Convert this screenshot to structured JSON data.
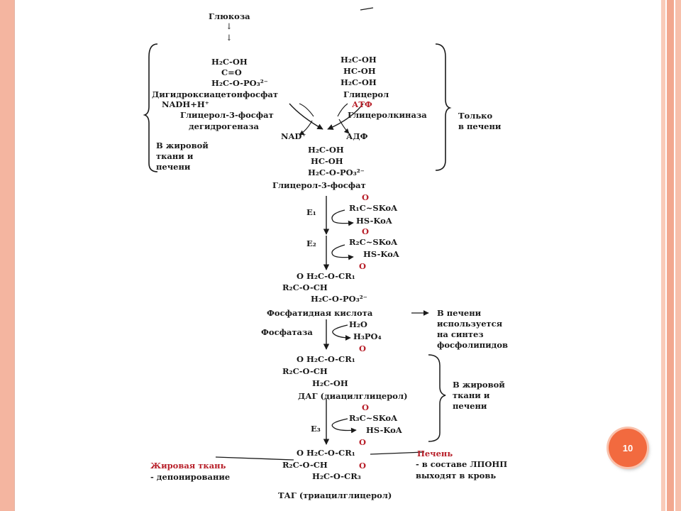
{
  "slide": {
    "page_number": "10",
    "frame_color": "#f4b5a0",
    "stripe_colors": [
      "#f9cbb9",
      "#f2a88f",
      "#f7c0ab"
    ],
    "badge_color": "#f26a3f"
  },
  "diagram": {
    "glucose": "Глюкоза",
    "down_arrows": [
      "↓",
      "↓"
    ],
    "dhap_formula": [
      "H₂C-OH",
      "C=O",
      "H₂C-O-PO₃²⁻"
    ],
    "dhap_name": "Дигидроксиацетонфосфат",
    "glycerol_formula": [
      "H₂C-OH",
      "HC-OH",
      "H₂C-OH"
    ],
    "glycerol_name": "Глицерол",
    "nadh": "NADH+H⁺",
    "atp": "АТФ",
    "enzyme_g3pdh": [
      "Глицерол-3-фосфат",
      "дегидрогеназа"
    ],
    "enzyme_glycerol_kinase": "Глицеролкиназа",
    "nad": "NAD⁺",
    "adp": "АДФ",
    "only_liver": [
      "Только",
      "в печени"
    ],
    "adipose_liver_top": [
      "В жировой",
      "ткани и",
      "печени"
    ],
    "g3p_formula": [
      "H₂C-OH",
      "HC-OH",
      "H₂C-O-PO₃²⁻"
    ],
    "g3p_name": "Глицерол-3-фосфат",
    "e1": "E₁",
    "e2": "E₂",
    "e3": "E₃",
    "acyl1_o": "O",
    "acyl1": "R₁C~SKoA",
    "hs_koa_1": "HS-KoA",
    "acyl2_o": "O",
    "acyl2": "R₂C~SKoA",
    "hs_koa_2": "HS-KoA",
    "pa_formula": [
      "O    H₂C-O-CR₁",
      "R₂C-O-CH",
      "H₂C-O-PO₃²⁻"
    ],
    "pa_o_top": "O",
    "pa_name": "Фосфатидная кислота",
    "pa_note": [
      "В печени",
      "используется",
      "на синтез",
      "фосфолипидов"
    ],
    "phosphatase": "Фосфатаза",
    "h2o": "H₂O",
    "h3po4": "H₃PO₄",
    "dag_formula": [
      "O    H₂C-O-CR₁",
      "R₂C-O-CH",
      "H₂C-OH"
    ],
    "dag_o_top": "O",
    "dag_name": "ДАГ (диацилглицерол)",
    "adipose_liver_bottom": [
      "В жировой",
      "ткани и",
      "печени"
    ],
    "acyl3_o": "O",
    "acyl3": "R₃C~SKoA",
    "hs_koa_3": "HS-KoA",
    "tag_formula": [
      "O    H₂C-O-CR₁",
      "R₂C-O-CH",
      "H₂C-O-CR₃"
    ],
    "tag_o_top": "O",
    "tag_o_bottom": "O",
    "tag_name": "ТАГ (триацилглицерол)",
    "adipose_tissue": "Жировая ткань",
    "deposition": "- депонирование",
    "liver": "Печень",
    "vldl": [
      "- в составе ЛПОНП",
      "выходят в кровь"
    ]
  }
}
